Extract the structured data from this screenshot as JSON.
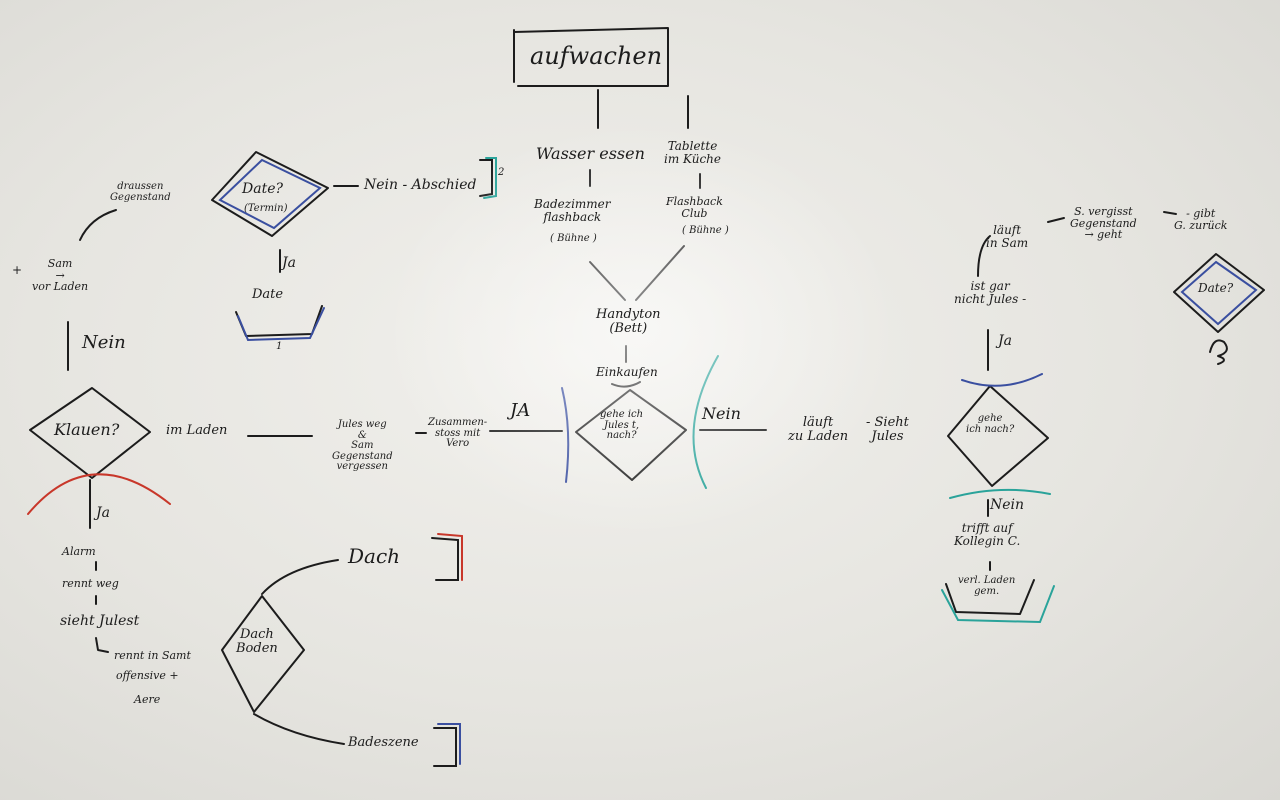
{
  "nodes": {
    "aufwachen": "aufwachen",
    "wasser_essen": "Wasser essen",
    "tablette_kueche": "Tablette\nim Küche",
    "badezimmer_flashback": "Badezimmer\nflashback",
    "badezimmer_buehne": "( Bühne )",
    "flashback_club": "Flashback\nClub",
    "club_buehne": "( Bühne )",
    "handy_bett": "Handyton\n(Bett)",
    "einkaufen": "Einkaufen",
    "gehe_ich_jules": "gehe ich\nJules t,\nnach?",
    "ja_center": "JA",
    "nein_center": "Nein",
    "jules_weg": "Jules weg\n&\nSam\nGegenstand\nvergessen",
    "zusammenstoss": "Zusammen-\nstoss mit\nVero",
    "im_laden": "im Laden",
    "klauen": "Klauen?",
    "nein_left": "Nein",
    "sam_vorladen": "Sam\n→\nvor Laden",
    "plus_mark": "+",
    "draussen_gegenstand": "draussen\nGegenstand",
    "date_term": "Date?",
    "date_term_sub": "(Termin)",
    "nein_abschied": "Nein - Abschied",
    "bracket_2": "2",
    "ja_date": "Ja",
    "date_box": "Date",
    "date_box_num": "1",
    "ja_klauen": "Ja",
    "alarm": "Alarm",
    "rennt_weg": "rennt weg",
    "sieht_julest": "sieht Julest",
    "rennt_in": "rennt in Samt",
    "offensive": "offensive +",
    "aere": "Aere",
    "dach": "Dach",
    "dach_boden": "Dach\nBoden",
    "badeszene": "Badeszene",
    "laeuft_laden": "läuft\nzu Laden",
    "sieht_jules": "- Sieht\nJules",
    "gehe_ich_nach": "gehe\nich nach?",
    "ja_right": "Ja",
    "nein_right": "Nein",
    "trifft_auf": "trifft auf\nKollegin C.",
    "vorl_laden": "verl. Laden\ngem.",
    "ist_gar_nicht": "ist gar\nnicht Jules -",
    "laeuft_in_sam": "läuft\nin Sam",
    "s_vergisst": "S. vergisst\nGegenstand\n→ geht",
    "gibt_zurueck": "- gibt\nG. zurück",
    "date_right": "Date?",
    "date_right_num": "2"
  },
  "colors": {
    "ink": "#1c1c1c",
    "red": "#c8372a",
    "blue": "#3a4fa0",
    "teal": "#2aa39a",
    "board": "#ecebe7"
  }
}
